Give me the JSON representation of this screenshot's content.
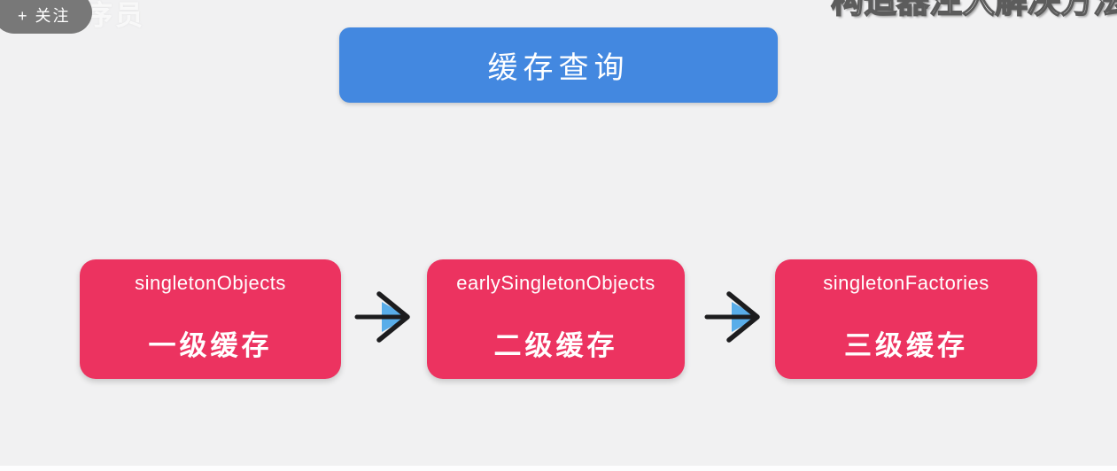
{
  "colors": {
    "background": "#f1f1f2",
    "title_blue": "#4388e0",
    "node_red": "#ec3360",
    "arrow_black": "#1c1c1e",
    "arrow_accent_blue": "#59ade9",
    "follow_gray": "#787878"
  },
  "overlay": {
    "follow_button_label": "+ 关注",
    "watermark_left": "程序员",
    "watermark_top_right": "构造器注入解决方法"
  },
  "title_box": {
    "label": "缓存查询"
  },
  "diagram": {
    "nodes": [
      {
        "code": "singletonObjects",
        "label": "一级缓存"
      },
      {
        "code": "earlySingletonObjects",
        "label": "二级缓存"
      },
      {
        "code": "singletonFactories",
        "label": "三级缓存"
      }
    ]
  }
}
